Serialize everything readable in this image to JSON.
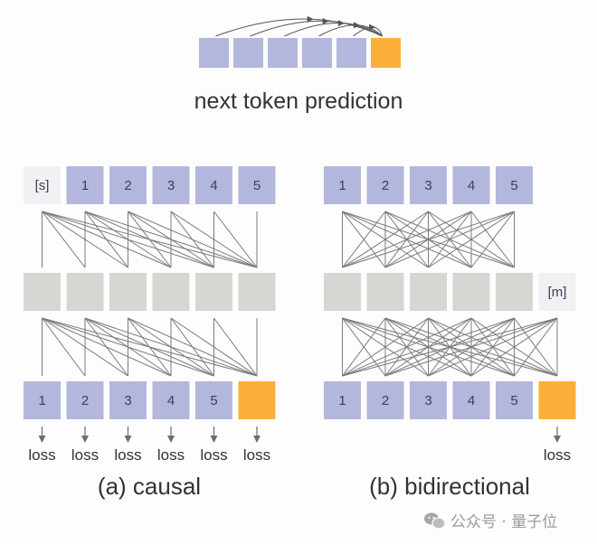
{
  "colors": {
    "token": "#b3b7dd",
    "target": "#fbb03b",
    "hidden": "#d6d6d2",
    "special": "#f1f1f3",
    "edge": "#7a7a7a",
    "text": "#333333"
  },
  "next_token": {
    "title": "next token prediction",
    "tokens": [
      "",
      "",
      "",
      "",
      "",
      ""
    ],
    "target_index": 5
  },
  "causal": {
    "caption": "(a) causal",
    "input_row": [
      "[s]",
      "1",
      "2",
      "3",
      "4",
      "5"
    ],
    "special_input_index": 0,
    "hidden_count": 6,
    "output_row": [
      "1",
      "2",
      "3",
      "4",
      "5",
      ""
    ],
    "target_index": 5,
    "loss_label": "loss",
    "loss_indices": [
      0,
      1,
      2,
      3,
      4,
      5
    ],
    "connectivity": "causal"
  },
  "bidirectional": {
    "caption": "(b) bidirectional",
    "input_row": [
      "1",
      "2",
      "3",
      "4",
      "5"
    ],
    "hidden_count": 5,
    "mask_label": "[m]",
    "output_row": [
      "1",
      "2",
      "3",
      "4",
      "5",
      ""
    ],
    "target_index": 5,
    "loss_label": "loss",
    "loss_indices": [
      5
    ],
    "connectivity": "full"
  },
  "watermark": {
    "icon": "wechat-icon",
    "text": "公众号 · 量子位"
  }
}
